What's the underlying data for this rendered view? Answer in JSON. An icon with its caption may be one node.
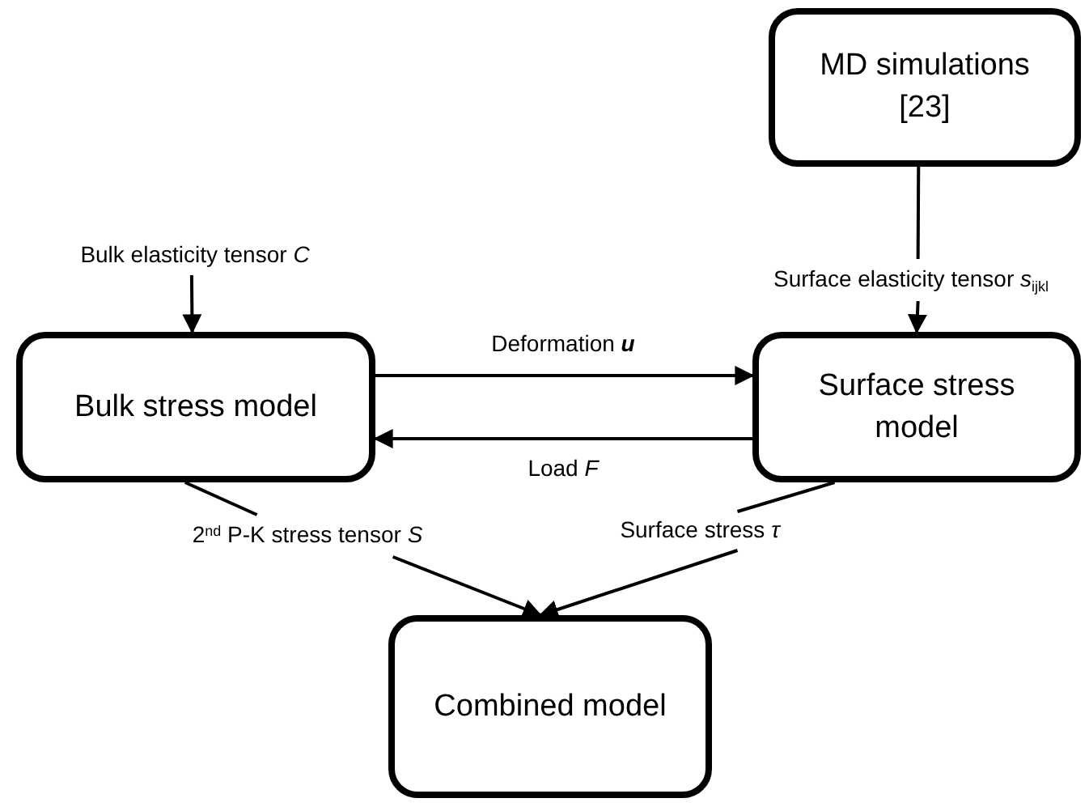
{
  "diagram": {
    "nodes": [
      {
        "text": [
          "MD simulations [23]"
        ]
      },
      {
        "text": [
          "Bulk elasticity tensor *C*"
        ]
      },
      {
        "text": [
          "Surface elasticity tensor *s*$_{ijkl}$"
        ]
      },
      {
        "text": [
          "Bulk stress model"
        ]
      },
      {
        "text": [
          "Surface stress model"
        ]
      },
      {
        "text": [
          "2$^{nd}$ P-K stress tensor *S*"
        ]
      },
      {
        "text": [
          "Surface stress *τ*"
        ]
      },
      {
        "text": [
          "Combined model"
        ]
      }
    ],
    "edges": [
      {
        "from": 0,
        "to": 2,
        "arrow": "none"
      },
      {
        "from": 2,
        "to": 4,
        "arrow": "to"
      },
      {
        "from": 1,
        "to": 3,
        "arrow": "to"
      },
      {
        "from": 3,
        "to": 4,
        "arrow": "to",
        "label": "Deformation **u**"
      },
      {
        "from": 4,
        "to": 3,
        "arrow": "to",
        "label": "Load *F*"
      },
      {
        "from": 3,
        "to": 5,
        "arrow": "none"
      },
      {
        "from": 5,
        "to": 7,
        "arrow": "to"
      },
      {
        "from": 4,
        "to": 6,
        "arrow": "none"
      },
      {
        "from": 6,
        "to": 7,
        "arrow": "to"
      }
    ]
  }
}
